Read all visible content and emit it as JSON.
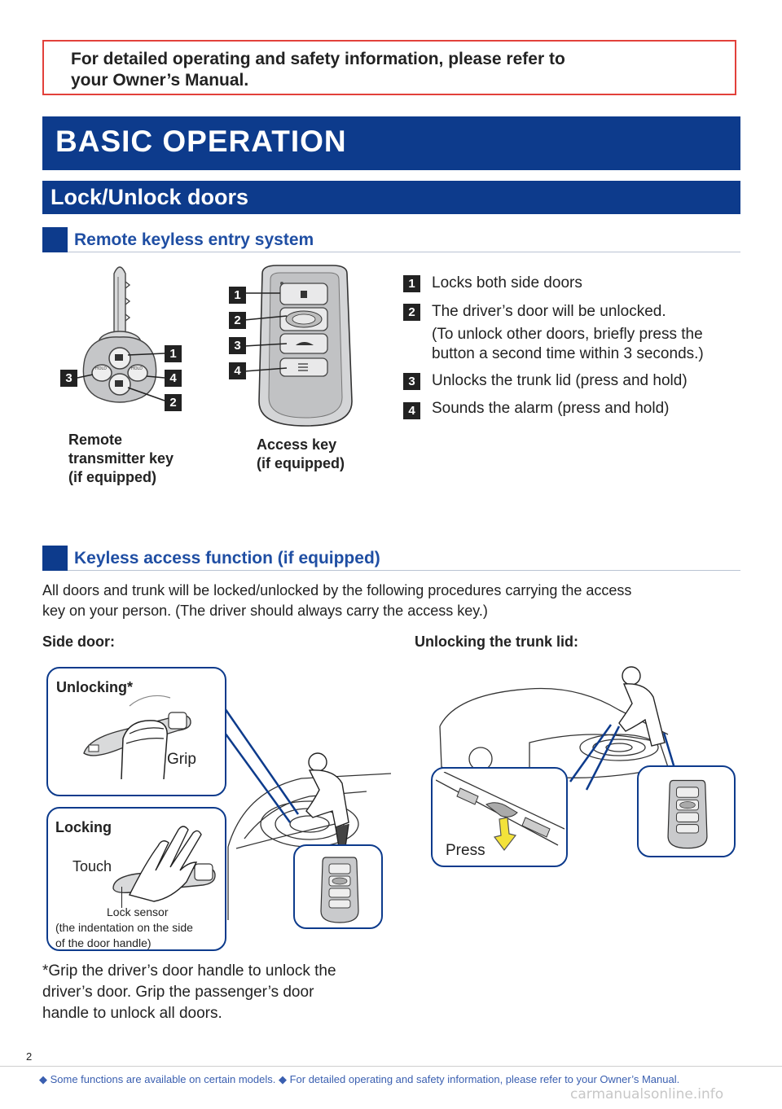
{
  "warning": {
    "line1": "For detailed operating and safety information, please refer to",
    "line2": "your Owner’s Manual."
  },
  "main_title": "BASIC OPERATION",
  "sub_title": "Lock/Unlock doors",
  "remote": {
    "heading": "Remote keyless entry system",
    "remote_caption": [
      "Remote",
      "transmitter key",
      "(if equipped)"
    ],
    "access_caption": [
      "Access key",
      "(if equipped)"
    ],
    "remote_hold_label": "HOLD",
    "items": [
      {
        "num": "1",
        "lines": [
          "Locks both side doors"
        ]
      },
      {
        "num": "2",
        "lines": [
          "The driver’s door will be unlocked.",
          "(To unlock other doors, briefly press the",
          "button a second time within 3 seconds.)"
        ]
      },
      {
        "num": "3",
        "lines": [
          "Unlocks the trunk lid (press and hold)"
        ]
      },
      {
        "num": "4",
        "lines": [
          "Sounds the alarm (press and hold)"
        ]
      }
    ]
  },
  "keyless": {
    "heading": "Keyless access function (if equipped)",
    "intro": [
      "All doors and trunk will be locked/unlocked by the following procedures carrying the access",
      "key on your person. (The driver should always carry the access key.)"
    ],
    "side_door_label": "Side door:",
    "trunk_label": "Unlocking the trunk lid:",
    "unlocking_label": "Unlocking*",
    "grip_label": "Grip",
    "locking_label": "Locking",
    "touch_label": "Touch",
    "sensor_label": [
      "Lock sensor",
      "(the indentation on the side",
      "of the door handle)"
    ],
    "press_label": "Press",
    "footnote": [
      "*Grip the driver’s door handle to unlock the",
      "driver’s door. Grip the passenger’s door",
      "handle to unlock all doors."
    ]
  },
  "page_number": "2",
  "footer": "◆ Some functions are available on certain models.  ◆ For detailed operating and safety information, please refer to your Owner’s Manual.",
  "watermark": "carmanualsonline.info",
  "colors": {
    "brand_blue": "#0d3b8c",
    "heading_blue": "#1f4ea3",
    "warning_red": "#e2413b",
    "arrow_yellow": "#f3e23a"
  }
}
